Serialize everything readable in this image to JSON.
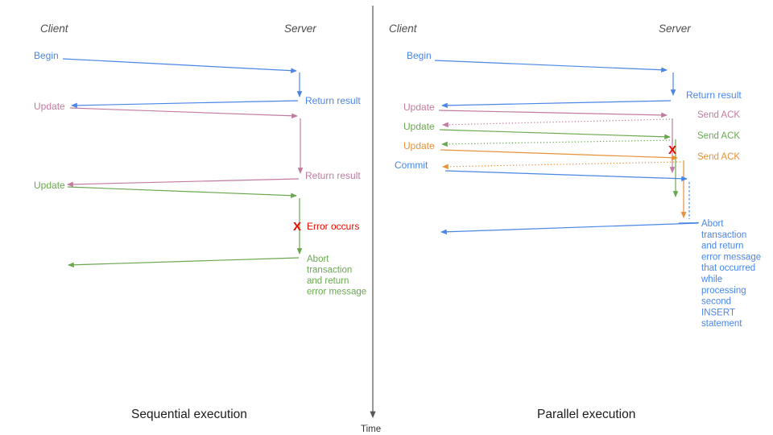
{
  "palette": {
    "blue": "#4a86e8",
    "pink": "#c27ba0",
    "green": "#6aa84f",
    "orange": "#e69138",
    "red": "#e60b00",
    "header_gray": "#4d4d4d",
    "axis_gray": "#555555"
  },
  "time_axis": {
    "label": "Time"
  },
  "left": {
    "caption": "Sequential execution",
    "client_header": "Client",
    "server_header": "Server",
    "messages": {
      "begin": "Begin",
      "return_result_1": "Return result",
      "update_1": "Update",
      "return_result_2": "Return result",
      "update_2": "Update",
      "error_mark": "X",
      "error_label": "Error occurs",
      "abort_lines": [
        "Abort",
        "transaction",
        "and return",
        "error message"
      ]
    }
  },
  "right": {
    "caption": "Parallel execution",
    "client_header": "Client",
    "server_header": "Server",
    "messages": {
      "begin": "Begin",
      "return_result": "Return result",
      "update_1": "Update",
      "send_ack_1": "Send ACK",
      "update_2": "Update",
      "send_ack_2": "Send ACK",
      "update_3": "Update",
      "send_ack_3": "Send ACK",
      "commit": "Commit",
      "error_mark": "X",
      "abort_lines": [
        "Abort",
        "transaction",
        "and return",
        "error message",
        "that occurred",
        "while",
        "processing",
        "second",
        "INSERT",
        "statement"
      ]
    }
  }
}
